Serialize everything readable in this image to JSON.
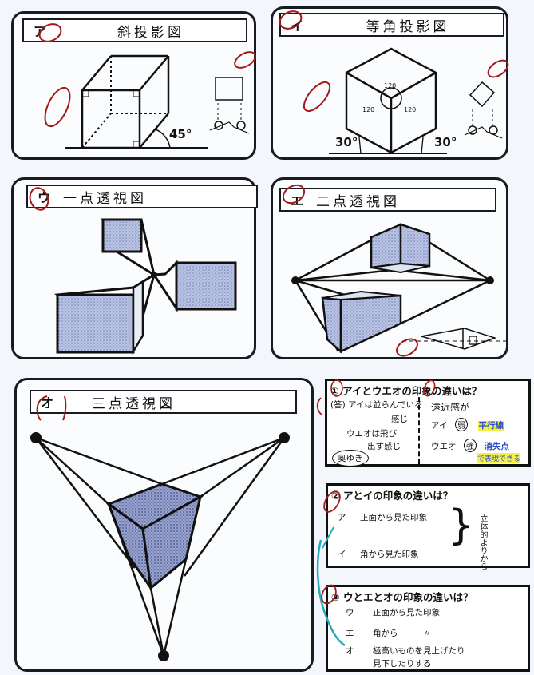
{
  "panels": {
    "a": {
      "label": "ア",
      "title": "斜投影図",
      "angle": "45°",
      "mark": "○"
    },
    "i": {
      "label": "イ",
      "title": "等角投影図",
      "angle_left": "30°",
      "angle_right": "30°",
      "inner_angles": [
        "120",
        "120",
        "120"
      ],
      "mark": "○"
    },
    "u": {
      "label": "ウ",
      "title": "一点透視図",
      "mark": "○"
    },
    "e": {
      "label": "エ",
      "title": "二点透視図",
      "mark": "○"
    },
    "o": {
      "label": "オ",
      "title": "三点透視図",
      "mark": "○"
    }
  },
  "questions": {
    "q1": {
      "number": "①",
      "title": "アイとウエオの印象の違いは？",
      "left_answer": [
        "(答) アイは並らんでいる",
        "感じ",
        "ウエオは飛び",
        "出す感じ"
      ],
      "bubble": "奥ゆき",
      "right_heading": "遠近感が",
      "right_rows": [
        {
          "key": "アイ",
          "circled": "弱",
          "note": "平行線"
        },
        {
          "key": "ウエオ",
          "circled": "強",
          "note": "消失点"
        }
      ],
      "right_note_sub": "で表現できる"
    },
    "q2": {
      "number": "②",
      "title": "アとイの印象の違いは？",
      "rows": [
        {
          "key": "ア",
          "text": "正面から見た印象"
        },
        {
          "key": "イ",
          "text": "角から見た印象"
        }
      ],
      "side_note": "立体的よりから"
    },
    "q3": {
      "number": "③",
      "title": "ウとエとオの印象の違いは？",
      "rows": [
        {
          "key": "ウ",
          "text": "正面から見た印象"
        },
        {
          "key": "エ",
          "text": "角から　　　〃"
        },
        {
          "key": "オ",
          "text": "極高いものを見上げたり"
        }
      ],
      "continuation": "見下したりする"
    }
  },
  "colors": {
    "ink": "#1a1a22",
    "red_pen": "#a31818",
    "blue_pen": "#2b4fc8",
    "teal_pen": "#2aa8b8",
    "highlighter": "#f4f04a",
    "shade": "#8f9cc9"
  }
}
